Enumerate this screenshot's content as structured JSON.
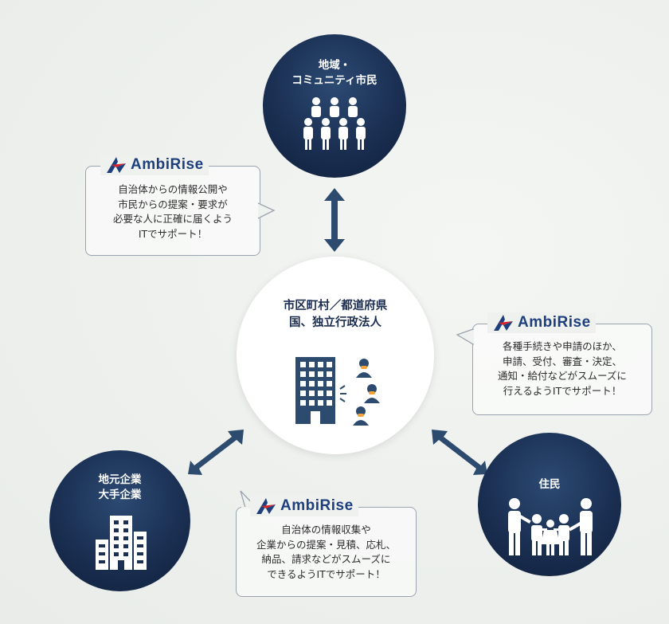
{
  "nodes": {
    "community": {
      "label": "地域・\nコミュニティ市民",
      "icon": "crowd-icon"
    },
    "government": {
      "label": "市区町村／都道府県\n国、独立行政法人",
      "icon": "office-building-people-icon"
    },
    "business": {
      "label": "地元企業\n大手企業",
      "icon": "buildings-icon"
    },
    "residents": {
      "label": "住民",
      "icon": "family-icon"
    }
  },
  "callouts": {
    "top": {
      "brand": "AmbiRise",
      "text": "自治体からの情報公開や\n市民からの提案・要求が\n必要な人に正確に届くよう\nITでサポート！"
    },
    "right": {
      "brand": "AmbiRise",
      "text": "各種手続きや申請のほか、\n申請、受付、審査・決定、\n通知・給付などがスムーズに\n行えるようITでサポート！"
    },
    "bottom": {
      "brand": "AmbiRise",
      "text": "自治体の情報収集や\n企業からの提案・見積、応札、\n納品、請求などがスムーズに\nできるようITでサポート！"
    }
  },
  "colors": {
    "navy": "#1a2f52",
    "arrow": "#2d4b6e",
    "brand_blue": "#1e3f7e",
    "brand_red": "#d8232a"
  }
}
